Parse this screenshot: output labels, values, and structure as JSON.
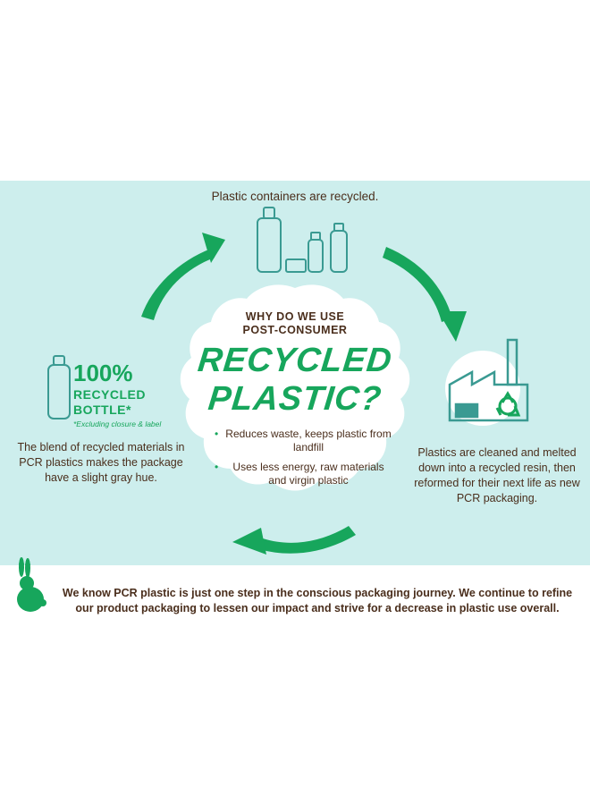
{
  "top_caption": "Plastic containers are recycled.",
  "right_text": "Plastics are cleaned and melted down into a recycled resin, then reformed for their next life as new PCR packaging.",
  "left_text": "The blend of recycled materials in PCR plastics makes the package have a slight gray hue.",
  "center": {
    "line1": "WHY DO WE USE",
    "line2": "POST-CONSUMER",
    "big1": "RECYCLED",
    "big2": "PLASTIC?",
    "bullets": [
      "Reduces waste, keeps plastic from landfill",
      "Uses less energy, raw materials and virgin plastic"
    ]
  },
  "badge": {
    "percent": "100%",
    "line1": "RECYCLED",
    "line2": "BOTTLE*",
    "note": "*Excluding closure & label"
  },
  "footer": "We know PCR plastic is just one step in the conscious packaging journey. We continue to refine our product packaging to lessen our impact and strive for a decrease in plastic use overall.",
  "colors": {
    "panel": "#cdeeed",
    "green": "#17a65c",
    "teal": "#3a9a92",
    "text": "#4a2e1c"
  },
  "icons": [
    "containers-icon",
    "factory-icon",
    "recycle-icon",
    "bottle-icon",
    "bunny-icon",
    "arrow-icon"
  ]
}
